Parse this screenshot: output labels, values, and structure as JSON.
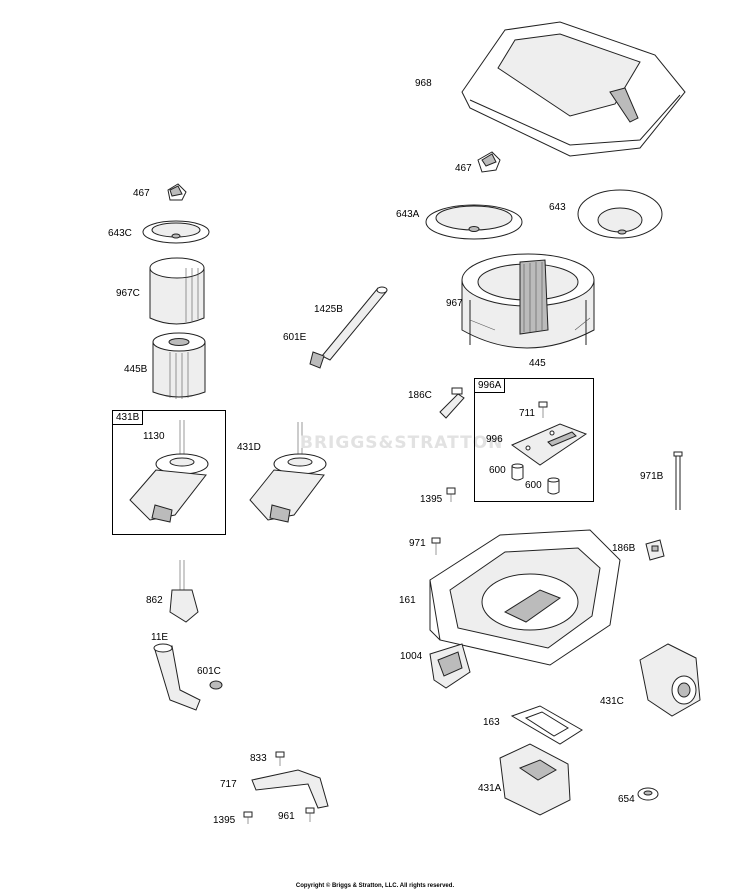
{
  "watermark_text": "BRIGGS&STRATTON",
  "copyright": "Copyright © Briggs & Stratton, LLC. All rights reserved.",
  "parts": [
    {
      "id": "968",
      "label": "968"
    },
    {
      "id": "467-right",
      "label": "467"
    },
    {
      "id": "467-left",
      "label": "467"
    },
    {
      "id": "643a",
      "label": "643A"
    },
    {
      "id": "643",
      "label": "643"
    },
    {
      "id": "643c",
      "label": "643C"
    },
    {
      "id": "967c",
      "label": "967C"
    },
    {
      "id": "1425b",
      "label": "1425B"
    },
    {
      "id": "967",
      "label": "967"
    },
    {
      "id": "601e",
      "label": "601E"
    },
    {
      "id": "445b",
      "label": "445B"
    },
    {
      "id": "445",
      "label": "445"
    },
    {
      "id": "186c",
      "label": "186C"
    },
    {
      "id": "711",
      "label": "711"
    },
    {
      "id": "1130",
      "label": "1130"
    },
    {
      "id": "431d",
      "label": "431D"
    },
    {
      "id": "996",
      "label": "996"
    },
    {
      "id": "971b",
      "label": "971B"
    },
    {
      "id": "600-a",
      "label": "600"
    },
    {
      "id": "600-b",
      "label": "600"
    },
    {
      "id": "1395-mid",
      "label": "1395"
    },
    {
      "id": "971",
      "label": "971"
    },
    {
      "id": "186b",
      "label": "186B"
    },
    {
      "id": "862",
      "label": "862"
    },
    {
      "id": "161",
      "label": "161"
    },
    {
      "id": "11e",
      "label": "11E"
    },
    {
      "id": "1004",
      "label": "1004"
    },
    {
      "id": "601c",
      "label": "601C"
    },
    {
      "id": "431c",
      "label": "431C"
    },
    {
      "id": "163",
      "label": "163"
    },
    {
      "id": "833",
      "label": "833"
    },
    {
      "id": "717",
      "label": "717"
    },
    {
      "id": "431a",
      "label": "431A"
    },
    {
      "id": "654",
      "label": "654"
    },
    {
      "id": "1395-bottom",
      "label": "1395"
    },
    {
      "id": "961",
      "label": "961"
    }
  ],
  "kits": [
    {
      "id": "431b",
      "label": "431B"
    },
    {
      "id": "996a",
      "label": "996A"
    }
  ]
}
